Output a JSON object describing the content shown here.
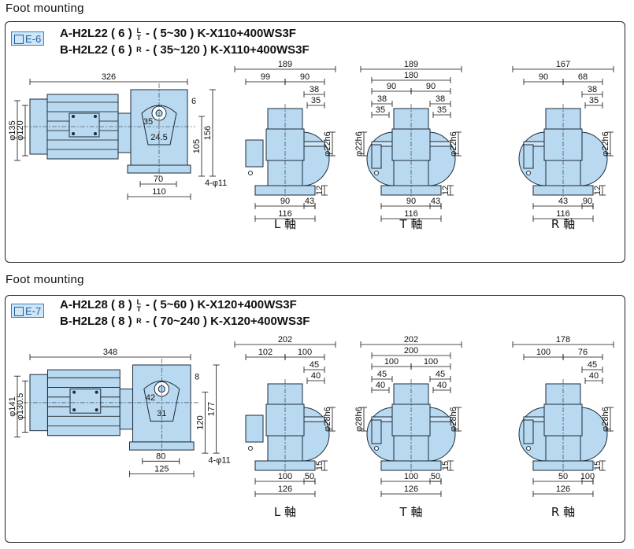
{
  "sections": [
    {
      "heading": "Foot mounting",
      "tag": "E-6",
      "model_a_prefix": "A-H2L22 ( 6 )",
      "model_a_suffix": " - ( 5~30 ) K-X110+400WS3F",
      "model_b_prefix": "B-H2L22 ( 6 )",
      "model_b_suffix": " - ( 35~120 ) K-X110+400WS3F",
      "stack_top": "L",
      "stack_mid": "T",
      "stack_bot": "R",
      "side": {
        "length": "326",
        "d1": "φ135",
        "d2": "φ120",
        "h1": "156",
        "h2": "105",
        "key": "6",
        "r": "35",
        "c": "24.5",
        "foot": "70",
        "base": "110",
        "holes": "4-φ11"
      },
      "views": [
        {
          "caption": "L 軸",
          "top": "189",
          "left": "99",
          "right": "90",
          "s1": "38",
          "s2": "35",
          "shaft": "φ22h6",
          "h": "12",
          "b1": "90",
          "b2": "43",
          "b3": "116"
        },
        {
          "caption": "T 軸",
          "top": "189",
          "mid": "180",
          "left": "90",
          "right": "90",
          "s1": "38",
          "s2": "35",
          "s3": "38",
          "s4": "35",
          "shaft_l": "φ22h6",
          "shaft_r": "φ22h6",
          "h": "12",
          "b1": "90",
          "b2": "43",
          "b3": "116"
        },
        {
          "caption": "R 軸",
          "top": "167",
          "left": "90",
          "right": "68",
          "s1": "38",
          "s2": "35",
          "shaft": "φ22h6",
          "h": "12",
          "b1": "43",
          "b2": "90",
          "b3": "116"
        }
      ]
    },
    {
      "heading": "Foot mounting",
      "tag": "E-7",
      "model_a_prefix": "A-H2L28 ( 8 )",
      "model_a_suffix": " - ( 5~60 ) K-X120+400WS3F",
      "model_b_prefix": "B-H2L28 ( 8 )",
      "model_b_suffix": " - ( 70~240 ) K-X120+400WS3F",
      "stack_top": "L",
      "stack_mid": "T",
      "stack_bot": "R",
      "side": {
        "length": "348",
        "d1": "φ141",
        "d2": "φ130.5",
        "h1": "177",
        "h2": "120",
        "key": "8",
        "r": "42",
        "c": "31",
        "foot": "80",
        "base": "125",
        "holes": "4-φ11"
      },
      "views": [
        {
          "caption": "L 軸",
          "top": "202",
          "left": "102",
          "right": "100",
          "s1": "45",
          "s2": "40",
          "shaft": "φ28h6",
          "h": "15",
          "b1": "100",
          "b2": "50",
          "b3": "126"
        },
        {
          "caption": "T 軸",
          "top": "202",
          "mid": "200",
          "left": "100",
          "right": "100",
          "s1": "45",
          "s2": "40",
          "s3": "45",
          "s4": "40",
          "shaft_l": "φ28h6",
          "shaft_r": "φ28h6",
          "h": "15",
          "b1": "100",
          "b2": "50",
          "b3": "126"
        },
        {
          "caption": "R 軸",
          "top": "178",
          "left": "100",
          "right": "76",
          "s1": "45",
          "s2": "40",
          "shaft": "φ28h6",
          "h": "15",
          "b1": "50",
          "b2": "100",
          "b3": "126"
        }
      ]
    }
  ],
  "colors": {
    "body": "#b9d9f0",
    "outline": "#1b2a3a",
    "dim": "#111111",
    "tag_bg": "#cfe6f7",
    "tag_fg": "#1f5e9e"
  }
}
